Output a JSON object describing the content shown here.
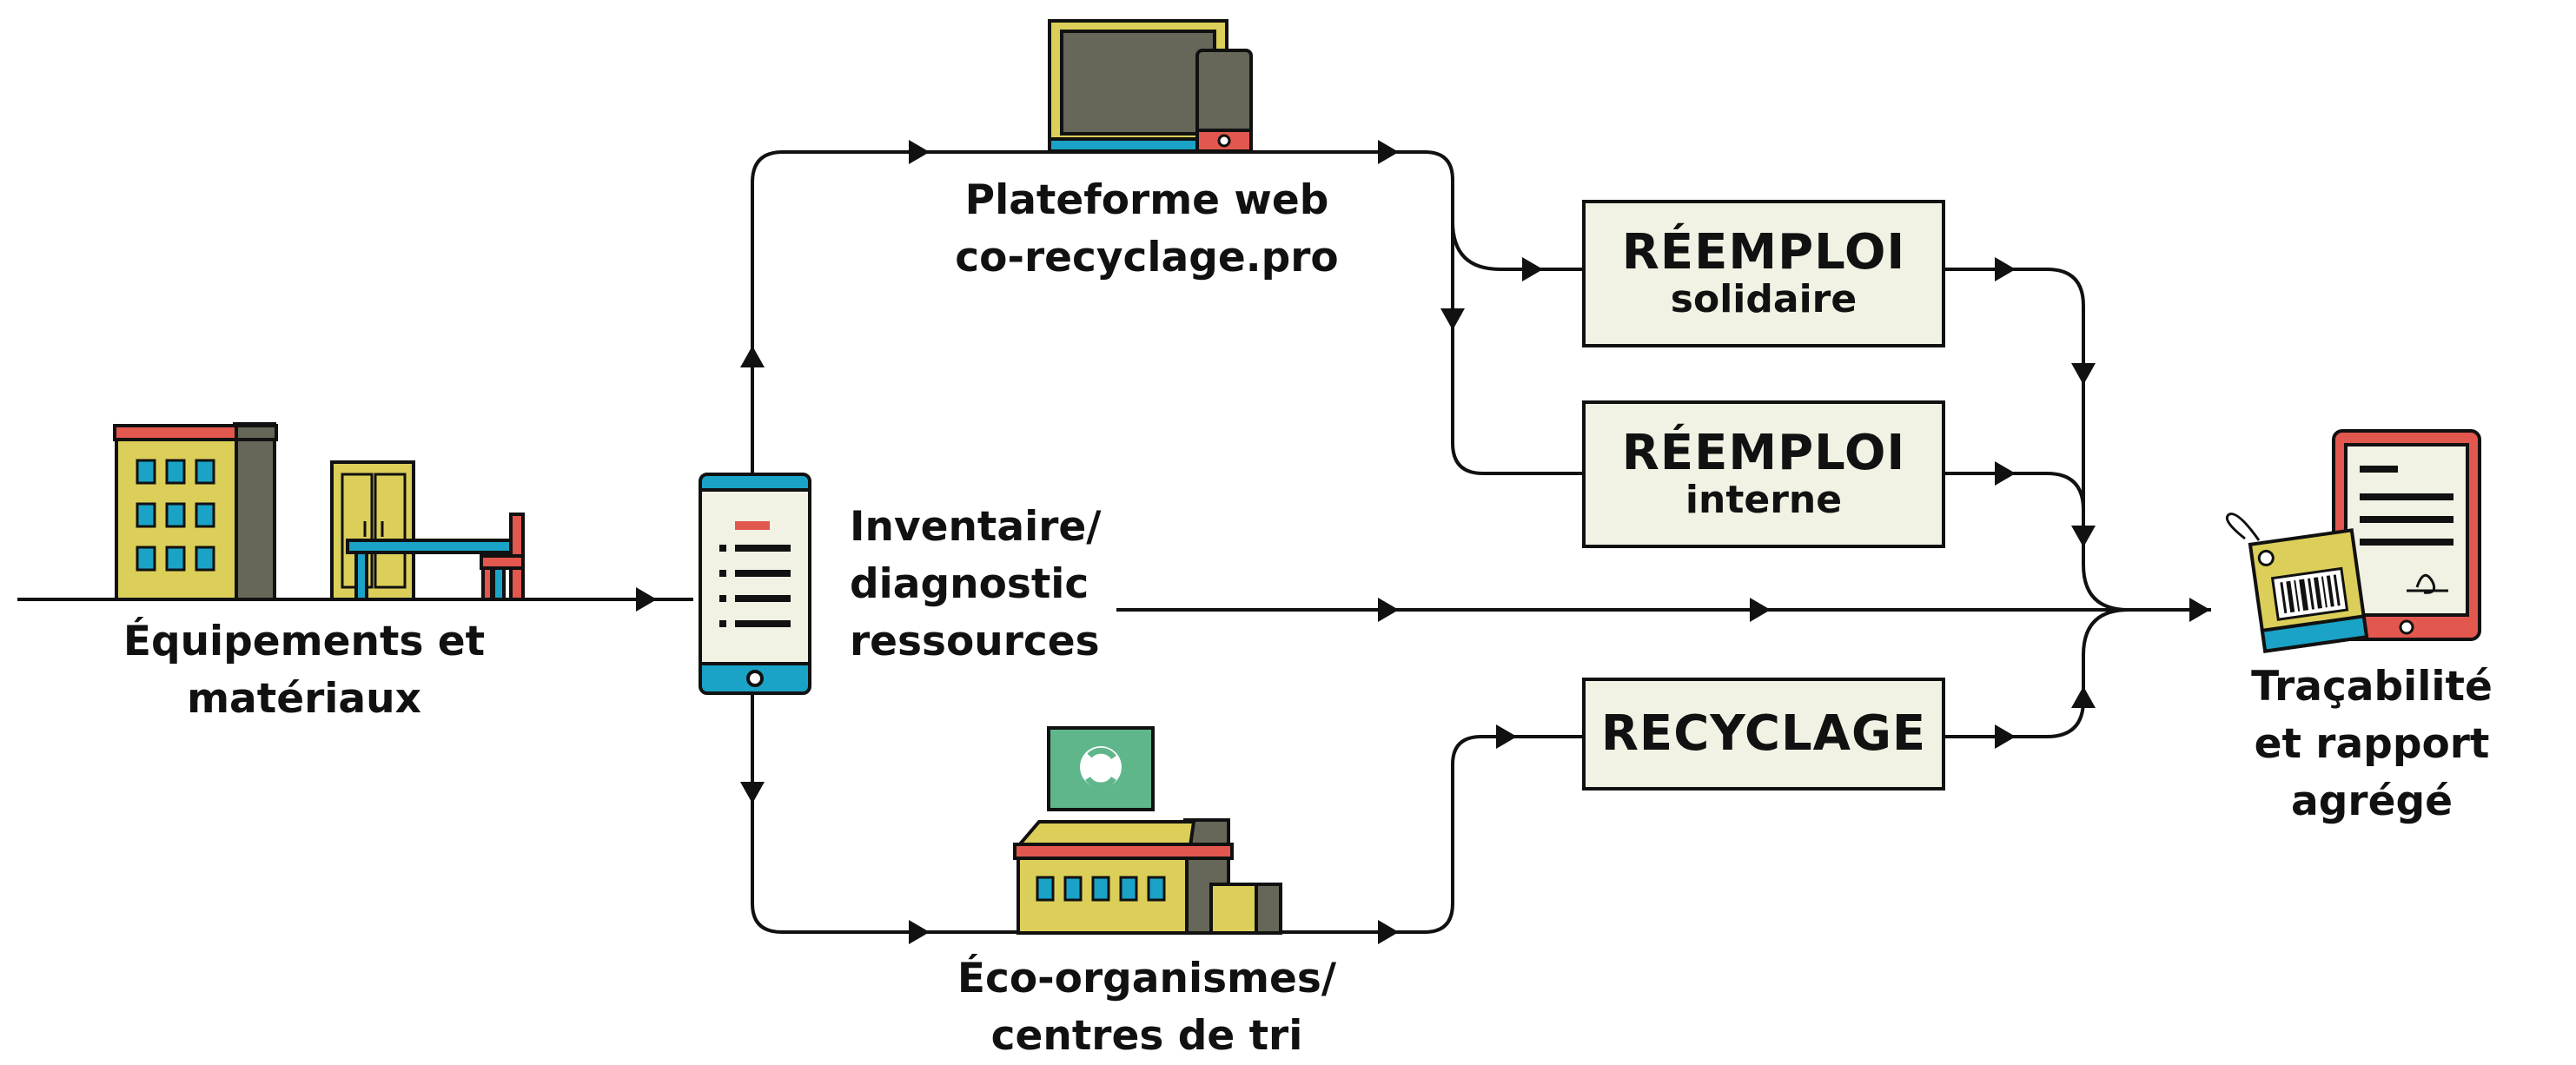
{
  "labels": {
    "equipements": "Équipements et matériaux",
    "inventaire_1": "Inventaire/",
    "inventaire_2": "diagnostic",
    "inventaire_3": "ressources",
    "plateforme_1": "Plateforme web",
    "plateforme_2": "co-recyclage.pro",
    "eco_1": "Éco-organismes/",
    "eco_2": "centres de tri",
    "tracabilite_1": "Traçabilité",
    "tracabilite_2": "et rapport agrégé"
  },
  "boxes": {
    "reemploi_solidaire": {
      "title": "RÉEMPLOI",
      "subtitle": "solidaire"
    },
    "reemploi_interne": {
      "title": "RÉEMPLOI",
      "subtitle": "interne"
    },
    "recyclage": {
      "title": "RECYCLAGE"
    }
  },
  "colors": {
    "line": "#111111",
    "box_fill": "#f1f1e4",
    "yellow": "#dccf59",
    "grey": "#676759",
    "red": "#e2574e",
    "blue": "#1aa3c6",
    "green": "#5fb68b",
    "paper": "#f1f1e4"
  },
  "icons": [
    "building-icon",
    "cabinet-icon",
    "table-icon",
    "chair-icon",
    "smartphone-icon",
    "laptop-icon",
    "recycling-plant-icon",
    "tablet-report-icon",
    "barcode-tag-icon"
  ]
}
